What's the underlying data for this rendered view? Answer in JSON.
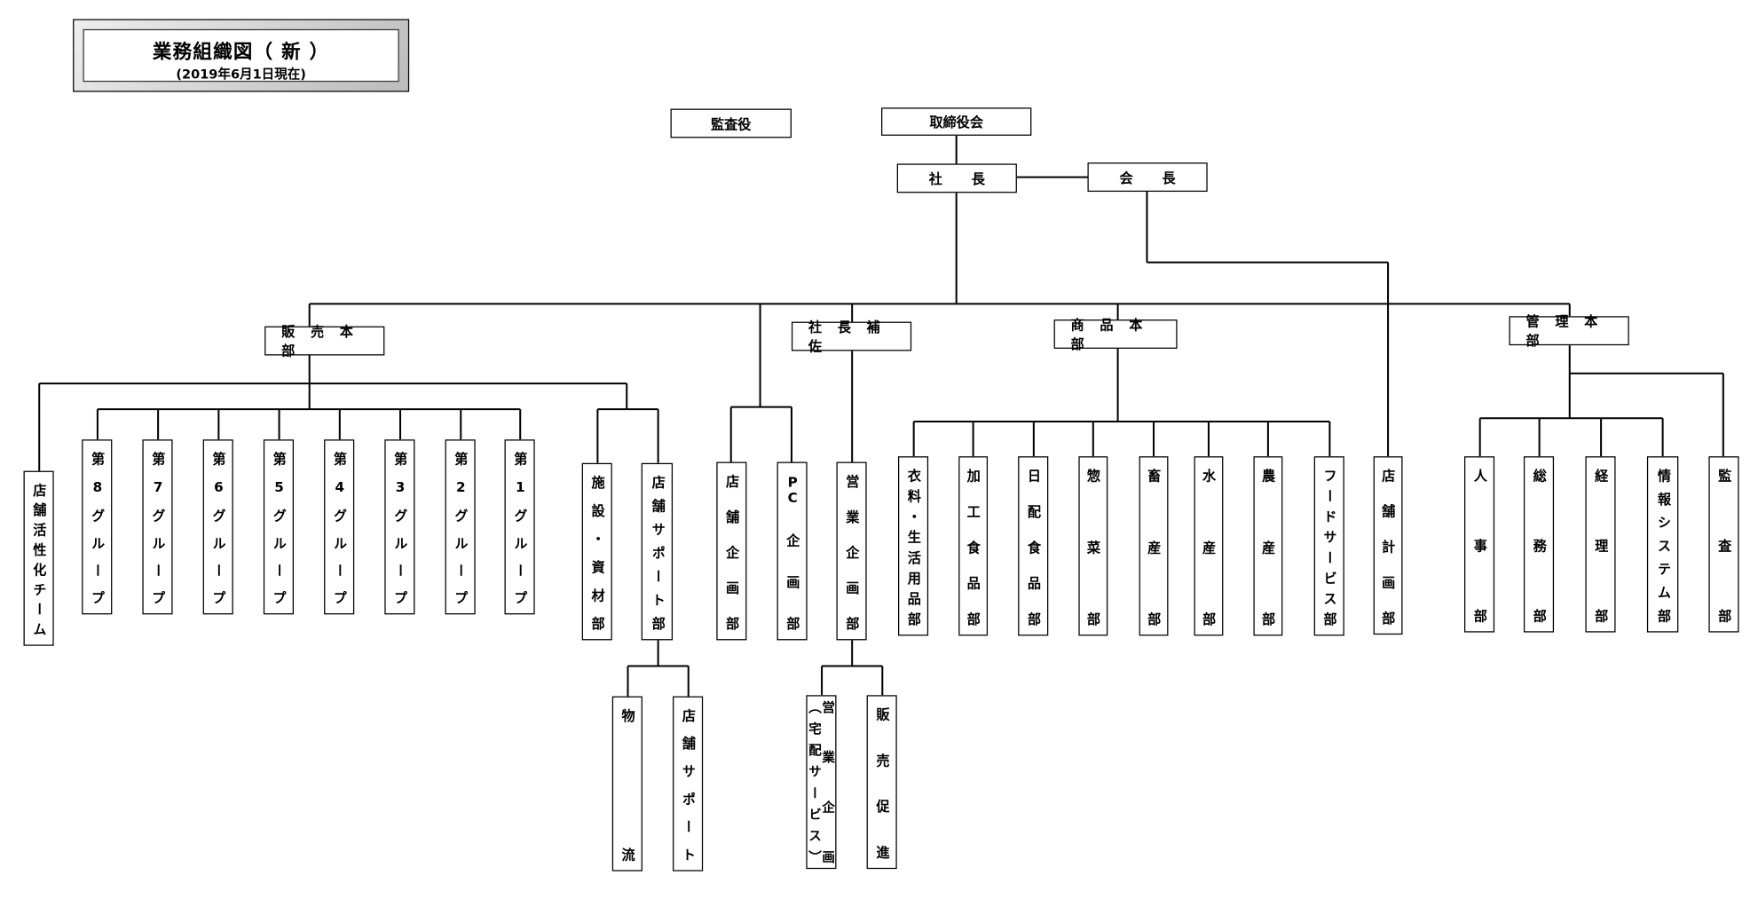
{
  "title": {
    "main": "業務組織図（ 新 ）",
    "date": "(2019年6月1日現在)"
  },
  "top": {
    "auditor": "監査役",
    "board": "取締役会",
    "president": "社長",
    "chairman": "会長"
  },
  "divisions": {
    "sales": "販売本部",
    "assistant": "社長補佐",
    "merchandise": "商品本部",
    "admin": "管理本部"
  },
  "sales": {
    "revitalization": "店舗活性化チーム",
    "groups": [
      "第8グループ",
      "第7グループ",
      "第6グループ",
      "第5グループ",
      "第4グループ",
      "第3グループ",
      "第2グループ",
      "第1グループ"
    ],
    "facilities": "施設・資材部",
    "store_support": "店舗サポート部",
    "logistics": "物流",
    "store_support_sub": "店舗サポート"
  },
  "planning": {
    "store_planning": "店舗企画部",
    "pc_planning": "PC企画部"
  },
  "assistant": {
    "business_planning": "営業企画部",
    "business_planning_delivery": "営業企画\n（宅配サービス）",
    "sales_promotion": "販売促進"
  },
  "merchandise": {
    "departments": [
      "衣料・生活用品部",
      "加工食品部",
      "日配食品部",
      "惣菜部",
      "畜産部",
      "水産部",
      "農産部",
      "フードサービス部"
    ]
  },
  "chairman_dept": {
    "store_design": "店舗計画部"
  },
  "admin": {
    "departments": [
      "人事部",
      "総務部",
      "経理部",
      "情報システム部"
    ],
    "audit": "監査部"
  }
}
